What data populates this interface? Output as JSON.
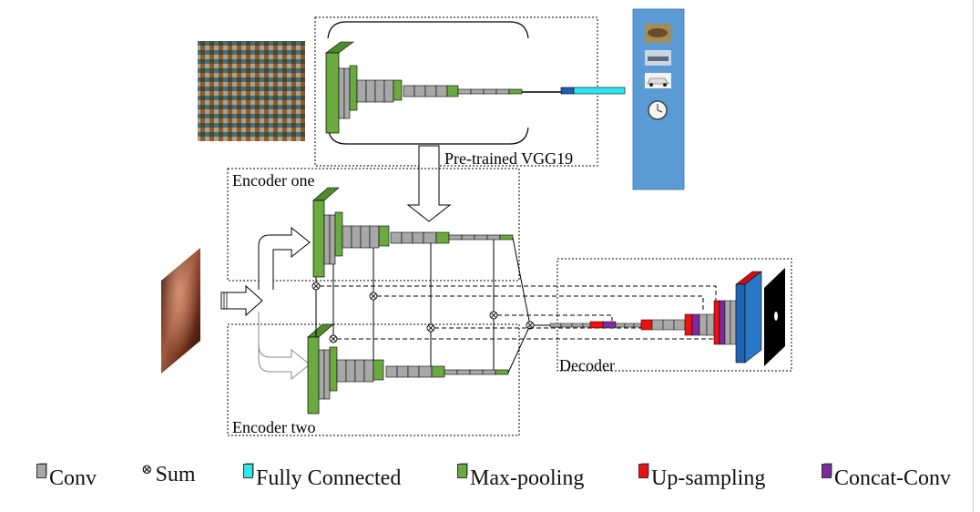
{
  "labels": {
    "pretrained": "Pre-trained VGG19",
    "encoder_one": "Encoder one",
    "encoder_two": "Encoder two",
    "decoder": "Decoder"
  },
  "legend": [
    {
      "label": "Conv",
      "color": "#a8a8a8",
      "icon": "conv-block-icon"
    },
    {
      "label": "Sum",
      "color": "#000000",
      "icon": "sum-circle-icon"
    },
    {
      "label": "Fully Connected",
      "color": "#2ee6ee",
      "icon": "fully-connected-block-icon"
    },
    {
      "label": "Max-pooling",
      "color": "#6aaa3f",
      "icon": "max-pooling-block-icon"
    },
    {
      "label": "Up-sampling",
      "color": "#ee1111",
      "icon": "up-sampling-block-icon"
    },
    {
      "label": "Concat-Conv",
      "color": "#7a2ca0",
      "icon": "concat-conv-block-icon"
    }
  ],
  "colors": {
    "conv": "#a8a8a8",
    "pool": "#6aaa3f",
    "fc": "#2ee6ee",
    "fc_dark": "#1f5fb8",
    "upsample": "#ee1111",
    "concat": "#7a2ca0",
    "output_blue": "#1e64b4",
    "class_panel": "#5b9bd5"
  },
  "images": {
    "imagenet_mosaic": "imagenet-mosaic-image",
    "endoscopy_input": "endoscopy-frame-image",
    "class_examples": [
      "leopard-image",
      "ship-image",
      "car-image",
      "clock-image"
    ],
    "segmentation_output": "segmentation-mask-image"
  }
}
